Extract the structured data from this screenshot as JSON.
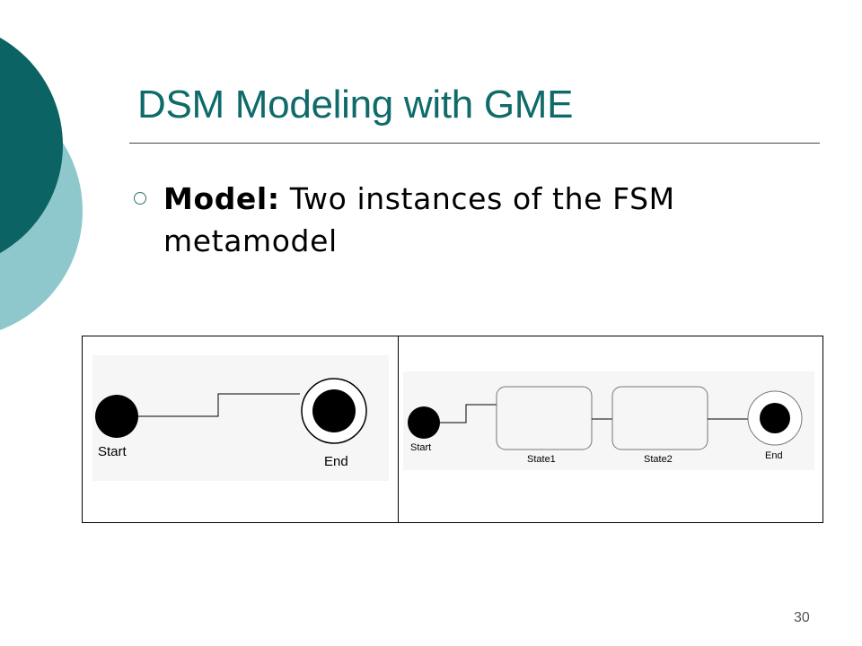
{
  "slide": {
    "title": "DSM Modeling with GME",
    "bullet": {
      "label": "Model:",
      "text": " Two instances of the FSM metamodel"
    },
    "page_number": "30",
    "colors": {
      "title": "#0f6a6a",
      "dark_teal": "#0b6363",
      "light_teal": "#8ec8cc"
    }
  },
  "figure": {
    "left_diagram": {
      "start_label": "Start",
      "end_label": "End"
    },
    "right_diagram": {
      "start_label": "Start",
      "state1_label": "State1",
      "state2_label": "State2",
      "end_label": "End"
    }
  }
}
